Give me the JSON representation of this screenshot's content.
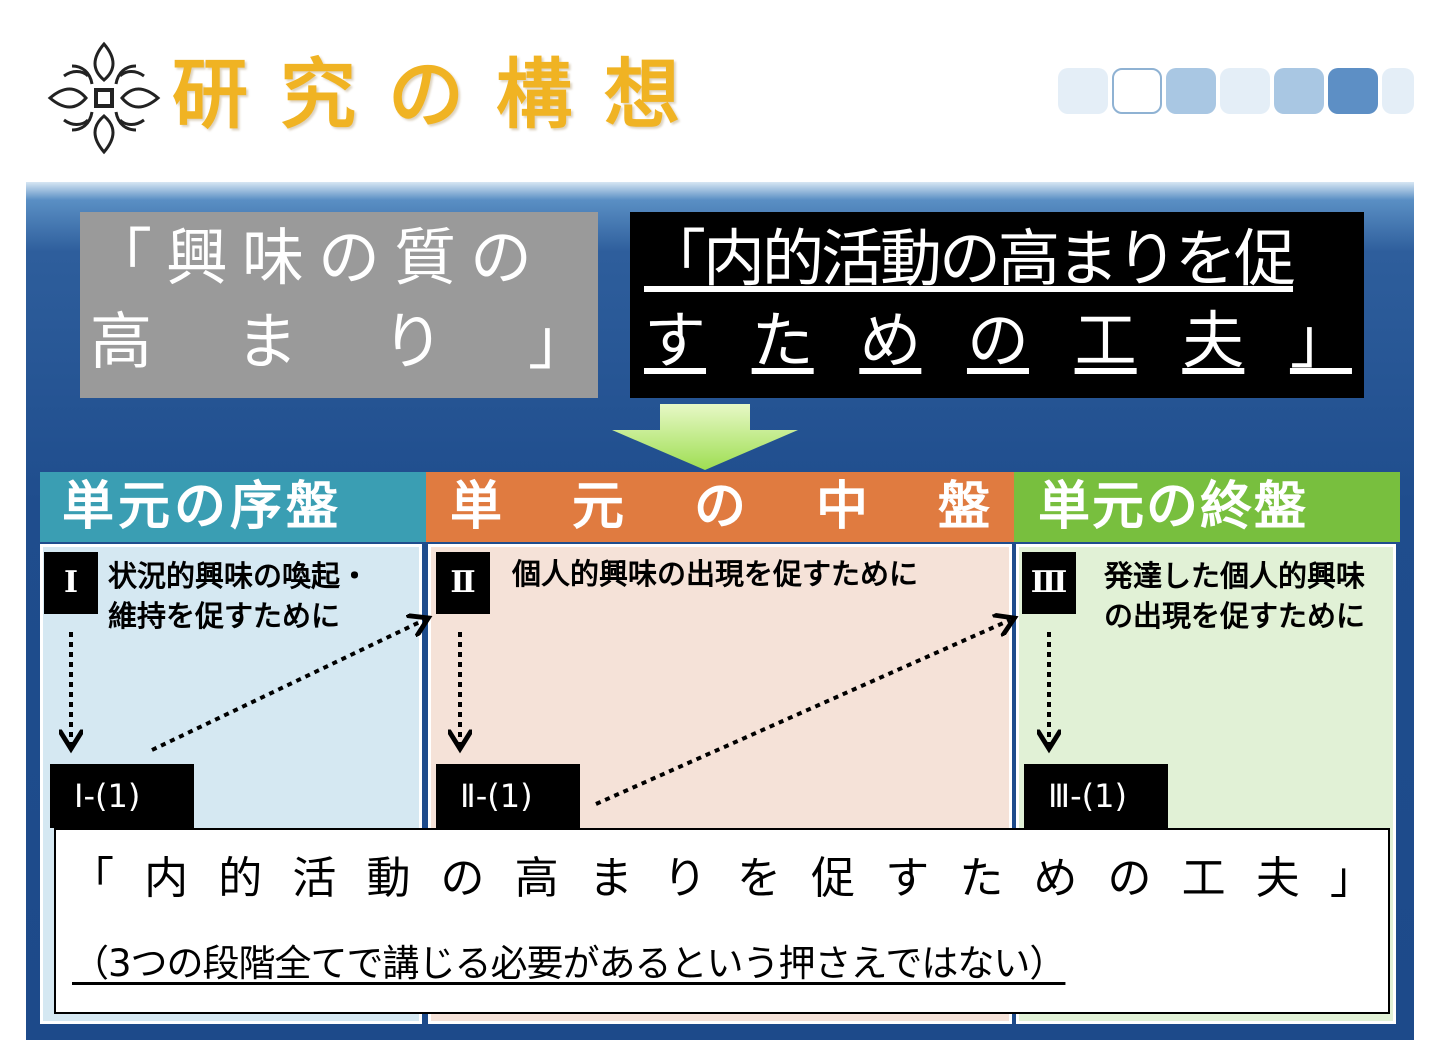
{
  "header": {
    "title": "研究の構想",
    "logo_icon": "school-crest-icon"
  },
  "decor": {
    "colors": [
      "#e4eef7",
      "#ffffff",
      "#a9c7e3",
      "#e4eef7",
      "#a9c7e3",
      "#5d8fc5",
      "#e4eef7"
    ]
  },
  "concepts": {
    "interest": {
      "line1": "「興味の質の",
      "line2": [
        "高",
        "ま",
        "り",
        "」"
      ]
    },
    "methods": {
      "line1": "「内的活動の高まりを促",
      "line2": [
        "す",
        "た",
        "め",
        "の",
        "工",
        "夫",
        "」"
      ]
    }
  },
  "stages": [
    {
      "header": "単元の序盤",
      "numeral": "Ⅰ",
      "text_lines": [
        "状況的興味の喚起・",
        "維持を促すために"
      ],
      "sub_label": "Ⅰ-(1)",
      "header_color": "#3a9eb3",
      "body_color": "#d5e8f2"
    },
    {
      "header": [
        "単",
        "元",
        "の",
        "中",
        "盤"
      ],
      "numeral": "Ⅱ",
      "text_lines": [
        "個人的興味の出現を促すために"
      ],
      "sub_label": "Ⅱ-(1)",
      "header_color": "#e07b40",
      "body_color": "#f5e2d8"
    },
    {
      "header": "単元の終盤",
      "numeral": "Ⅲ",
      "text_lines": [
        "発達した個人的興味",
        "の出現を促すために"
      ],
      "sub_label": "Ⅲ-(1)",
      "header_color": "#78bf3e",
      "body_color": "#e1f1d6"
    }
  ],
  "bottom": {
    "line1": [
      "「",
      "内",
      "的",
      "活",
      "動",
      "の",
      "高",
      "ま",
      "り",
      "を",
      "促",
      "す",
      "た",
      "め",
      "の",
      "工",
      "夫",
      "」"
    ],
    "line2": "（3つの段階全てで講じる必要があるという押さえではない）"
  }
}
